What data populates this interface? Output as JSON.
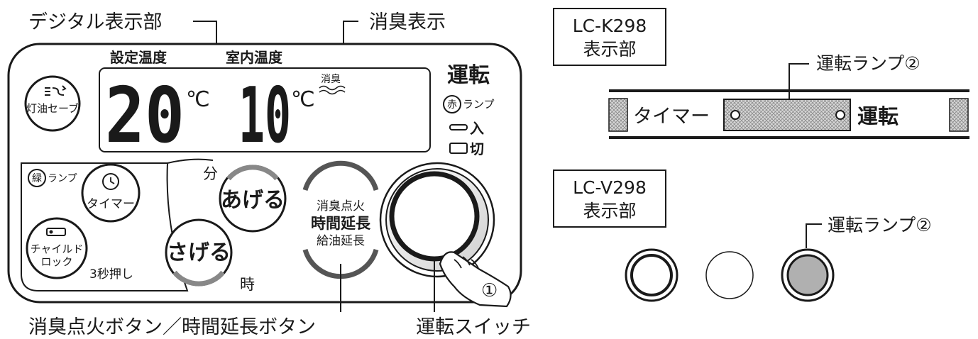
{
  "callouts": {
    "digital_display": "デジタル表示部",
    "deodorize_display": "消臭表示",
    "deodorize_time_button": "消臭点火ボタン／時間延長ボタン",
    "run_switch": "運転スイッチ",
    "run_lamp_k": "運転ランプ②",
    "run_lamp_v": "運転ランプ②"
  },
  "panel": {
    "set_temp_label": "設定温度",
    "room_temp_label": "室内温度",
    "set_temp_value": "20",
    "room_temp_value": "10",
    "degree_unit": "℃",
    "deodorize_indicator": "消臭",
    "kerosene_save_button": "灯油セーブ",
    "run_title": "運転",
    "run_lamp_color": "赤",
    "lamp_word": "ランプ",
    "on_label": "入",
    "off_label": "切",
    "timer_lamp_color": "緑",
    "timer_button": "タイマー",
    "child_lock_line1": "チャイルド",
    "child_lock_line2": "ロック",
    "hold_3s": "3秒押し",
    "minute_label": "分",
    "hour_label": "時",
    "up_button": "あげる",
    "down_button": "さげる",
    "deodorize_line1": "消臭点火",
    "deodorize_line2": "時間延長",
    "deodorize_line3": "給油延長",
    "step_marker": "①"
  },
  "models": {
    "k": {
      "name": "LC-K298",
      "suffix": "表示部",
      "timer_label": "タイマー",
      "run_label": "運転"
    },
    "v": {
      "name": "LC-V298",
      "suffix": "表示部"
    }
  },
  "colors": {
    "ink": "#1a1a1a",
    "lamp_gray": "#b0b0b0",
    "hatch": "#9a9a9a"
  }
}
